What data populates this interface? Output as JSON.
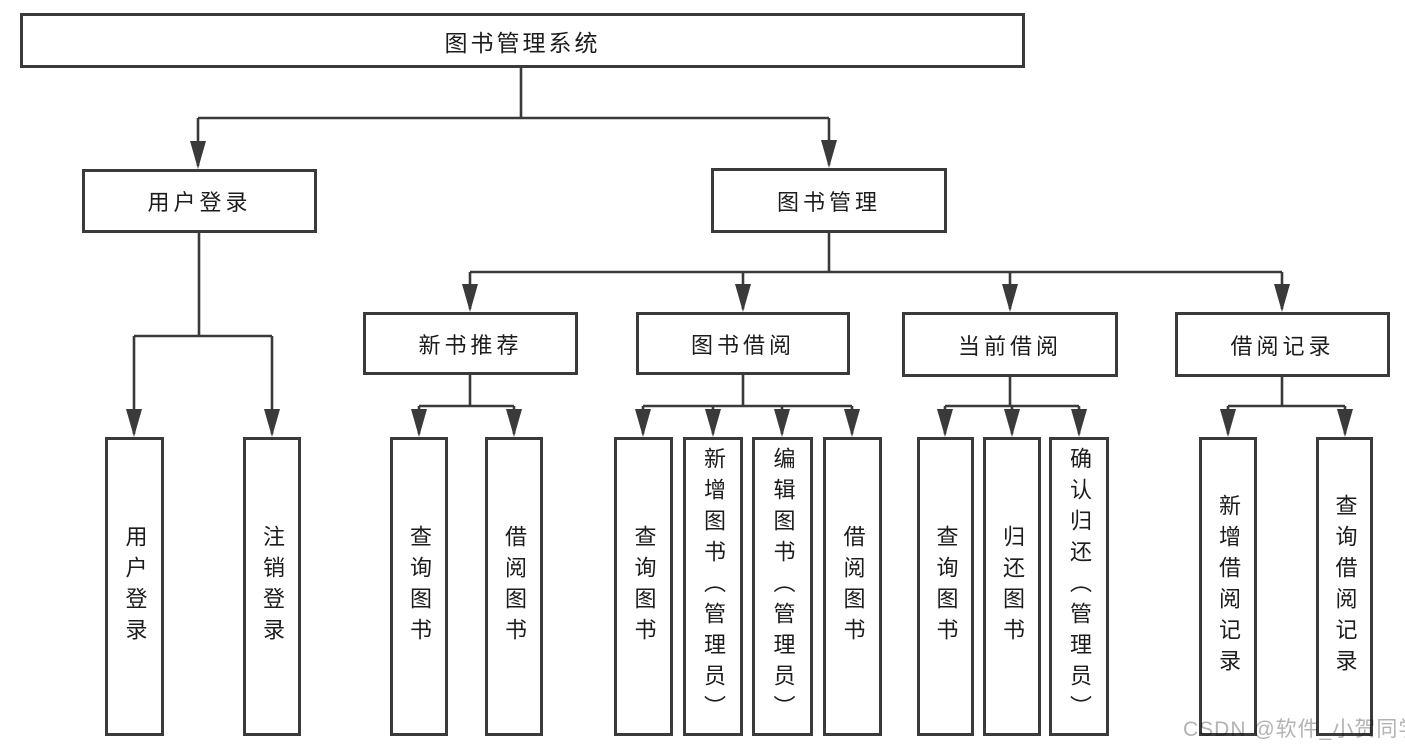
{
  "tree": {
    "root": {
      "label": "图书管理系统"
    },
    "branches": [
      {
        "label": "用户登录",
        "children": [
          {
            "label": "用户登录"
          },
          {
            "label": "注销登录"
          }
        ]
      },
      {
        "label": "图书管理",
        "children": [
          {
            "label": "新书推荐",
            "children": [
              {
                "label": "查询图书"
              },
              {
                "label": "借阅图书"
              }
            ]
          },
          {
            "label": "图书借阅",
            "children": [
              {
                "label": "查询图书"
              },
              {
                "label": "新增图书（管理员）"
              },
              {
                "label": "编辑图书（管理员）"
              },
              {
                "label": "借阅图书"
              }
            ]
          },
          {
            "label": "当前借阅",
            "children": [
              {
                "label": "查询图书"
              },
              {
                "label": "归还图书"
              },
              {
                "label": "确认归还（管理员）"
              }
            ]
          },
          {
            "label": "借阅记录",
            "children": [
              {
                "label": "新增借阅记录"
              },
              {
                "label": "查询借阅记录"
              }
            ]
          }
        ]
      }
    ]
  },
  "watermark": {
    "text": "CSDN @软件_小贺同学"
  },
  "colors": {
    "line": "#3a3a3a",
    "box_border": "#3a3a3a",
    "box_fill": "#ffffff",
    "text": "#1c1c1c",
    "watermark": "#b3b3b3",
    "background": "#ffffff"
  }
}
